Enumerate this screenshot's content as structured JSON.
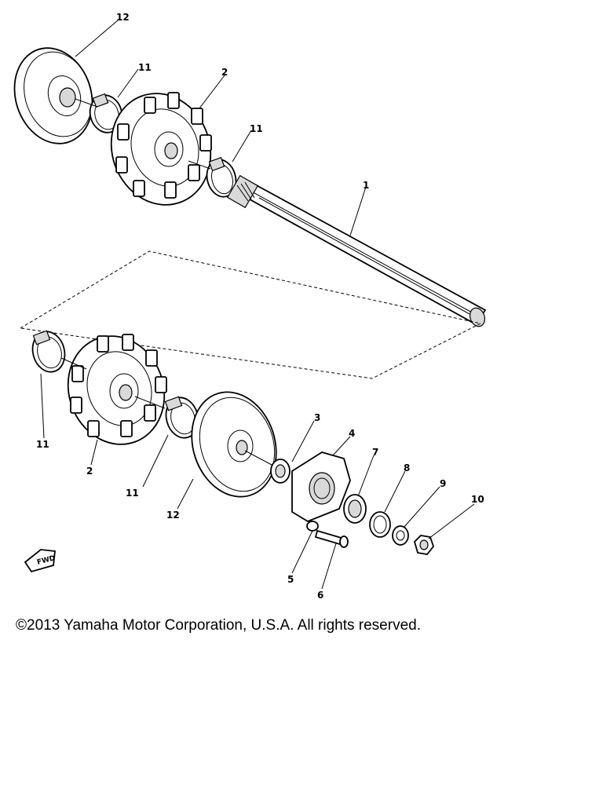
{
  "callouts": {
    "c1": "1",
    "c2a": "2",
    "c2b": "2",
    "c3": "3",
    "c4": "4",
    "c5": "5",
    "c6": "6",
    "c7": "7",
    "c8": "8",
    "c9": "9",
    "c10": "10",
    "c11a": "11",
    "c11b": "11",
    "c11c": "11",
    "c11d": "11",
    "c12a": "12",
    "c12b": "12"
  },
  "fwd_label": "FWD",
  "copyright": "©2013 Yamaha Motor Corporation, U.S.A. All rights reserved."
}
